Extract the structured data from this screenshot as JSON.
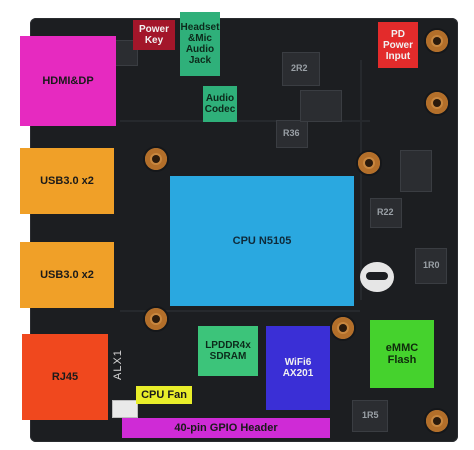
{
  "labels": {
    "hdmi": "HDMI&DP",
    "power_key": "Power\nKey",
    "headset": "Headset\n&Mic\nAudio\nJack",
    "pd_power": "PD\nPower\nInput",
    "audio_codec": "Audio\nCodec",
    "usb_top": "USB3.0 x2",
    "usb_bottom": "USB3.0 x2",
    "cpu": "CPU N5105",
    "rj45": "RJ45",
    "lpddr": "LPDDR4x\nSDRAM",
    "wifi": "WiFi6\nAX201",
    "emmc": "eMMC\nFlash",
    "cpu_fan": "CPU Fan",
    "gpio": "40-pin GPIO Header"
  },
  "silkscreen": {
    "board_name": "ALX1",
    "chip_2r2": "2R2",
    "chip_r36": "R36",
    "chip_r22": "R22",
    "chip_1r0": "1R0",
    "chip_1r5": "1R5"
  },
  "colors": {
    "hdmi": "#e62ac0",
    "usb": "#f0a028",
    "rj45": "#f0481e",
    "cpu": "#2aa8e0",
    "power_key": "#a3162a",
    "headset": "#2fb07a",
    "audio_codec": "#2fb07a",
    "pd_power": "#e32b2b",
    "lpddr": "#3cc47a",
    "wifi": "#3a2fd6",
    "emmc": "#45d22d",
    "cpu_fan": "#e9ee2a",
    "gpio": "#cf2bd6"
  }
}
